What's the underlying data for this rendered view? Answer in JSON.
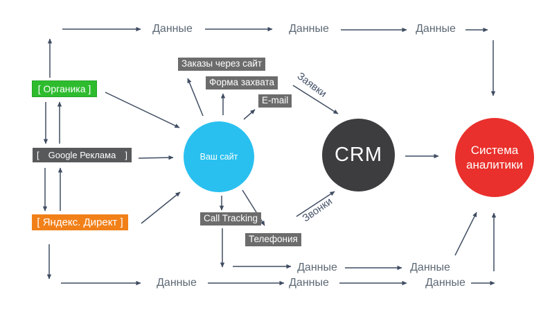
{
  "diagram": {
    "nodes": {
      "organic": {
        "label": "[ Органика ]",
        "color": "#2ebc2e"
      },
      "google_ads": {
        "bracket_open": "[",
        "label": "Google Реклама",
        "bracket_close": "]",
        "color": "#58595b"
      },
      "yandex_direct": {
        "label": "[ Яндекс. Директ ]",
        "color": "#f28019"
      },
      "website": {
        "label": "Ваш сайт",
        "color": "#29c0f0"
      },
      "crm": {
        "label": "CRM",
        "color": "#3d3d40"
      },
      "analytics": {
        "label": "Система аналитики",
        "color": "#e9302c"
      }
    },
    "capture_channels": {
      "site_orders": "Заказы через сайт",
      "capture_form": "Форма захвата",
      "email": "E-mail",
      "call_tracking": "Call Tracking",
      "telephony": "Телефония"
    },
    "edge_labels": {
      "data": "Данные",
      "leads": "Заявки",
      "calls": "Звонки"
    },
    "colors": {
      "arrow": "#3f4c61",
      "data_text": "#5c6874",
      "chip_background": "#6c6c6d"
    }
  }
}
